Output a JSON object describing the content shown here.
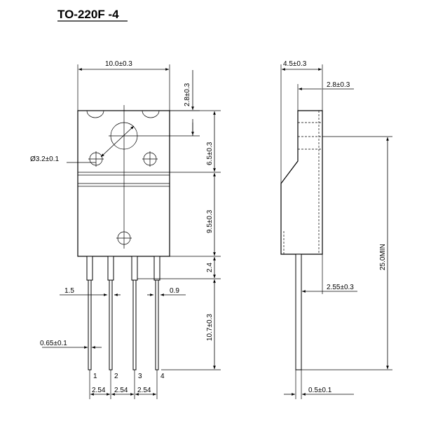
{
  "title": "TO-220F -4",
  "front_view": {
    "width": "10.0±0.3",
    "hole_offset": "2.8±0.3",
    "hole_diameter": "Ø3.2±0.1",
    "upper_height": "6.5±0.3",
    "lower_height": "9.5±0.3",
    "standoff": "2.4",
    "lead_length": "10.7±0.3",
    "lead_wide": "1.5",
    "lead_narrow": "0.9",
    "lead_thickness": "0.65±0.1",
    "pitch_1": "2.54",
    "pitch_2": "2.54",
    "pitch_3": "2.54",
    "pins": [
      "1",
      "2",
      "3",
      "4"
    ]
  },
  "side_view": {
    "thickness": "4.5±0.3",
    "tab_thickness": "2.8±0.3",
    "lead_offset": "2.55±0.3",
    "lead_min_length": "25.0MIN",
    "lead_width": "0.5±0.1"
  }
}
